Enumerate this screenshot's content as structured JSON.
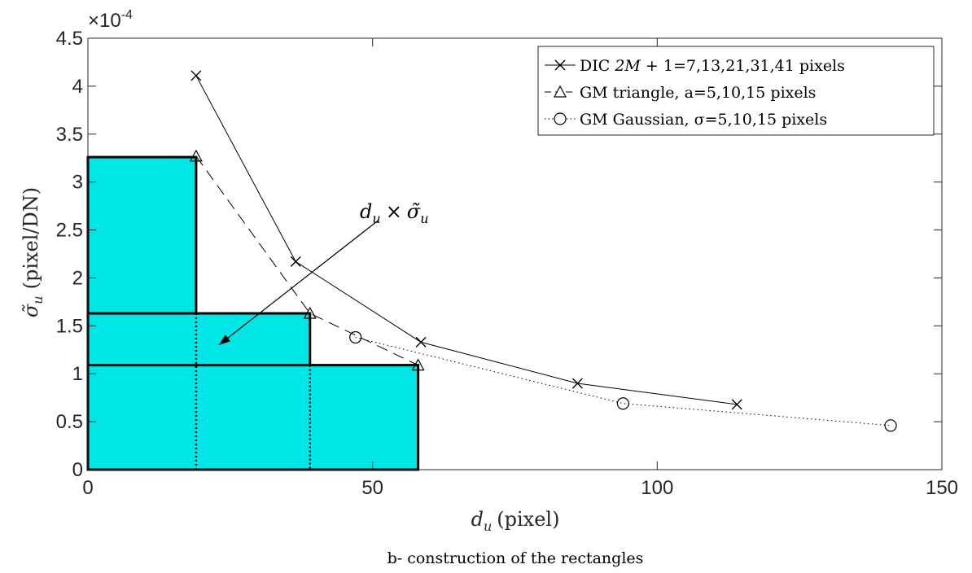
{
  "chart_data": {
    "type": "line",
    "xlabel_symbol": "d",
    "xlabel_sub": "u",
    "xlabel_unit": "(pixel)",
    "ylabel_symbol": "σ̃",
    "ylabel_sub": "u",
    "ylabel_unit": "(pixel/DN)",
    "y_exponent_label": "×10",
    "y_exponent_power": "-4",
    "xlim": [
      0,
      150
    ],
    "ylim": [
      0,
      4.5
    ],
    "x_ticks": [
      "0",
      "50",
      "100",
      "150"
    ],
    "y_ticks": [
      "0",
      "0.5",
      "1",
      "1.5",
      "2",
      "2.5",
      "3",
      "3.5",
      "4",
      "4.5"
    ],
    "grid": false,
    "legend_position": "top-right",
    "series": [
      {
        "name": "DIC 2M + 1=7,13,21,31,41 pixels",
        "marker": "x",
        "line": "solid",
        "x": [
          19,
          36.5,
          58.5,
          86,
          114
        ],
        "y": [
          4.11,
          2.17,
          1.33,
          0.9,
          0.68
        ]
      },
      {
        "name": "GM triangle, a=5,10,15 pixels",
        "marker": "triangle",
        "line": "dashed",
        "x": [
          19,
          39,
          58
        ],
        "y": [
          3.27,
          1.63,
          1.09
        ]
      },
      {
        "name": "GM Gaussian, σ=5,10,15 pixels",
        "marker": "circle",
        "line": "dotted",
        "x": [
          47,
          94,
          141
        ],
        "y": [
          1.38,
          0.69,
          0.46
        ]
      }
    ],
    "rectangles": [
      {
        "x0": 0,
        "x1": 19,
        "y": 3.26
      },
      {
        "x0": 0,
        "x1": 39,
        "y": 1.63
      },
      {
        "x0": 0,
        "x1": 58,
        "y": 1.09
      }
    ],
    "annotation": {
      "symbol_d": "d",
      "sub_d": "u",
      "times": "×",
      "symbol_sigma": "σ̃",
      "sub_sigma": "u",
      "arrow_from": [
        51,
        2.6
      ],
      "arrow_to": [
        23,
        1.3
      ]
    },
    "caption": "b- construction of the rectangles",
    "colors": {
      "rect_fill": "#00e5e5",
      "line": "#000000",
      "axis": "#262626"
    }
  }
}
